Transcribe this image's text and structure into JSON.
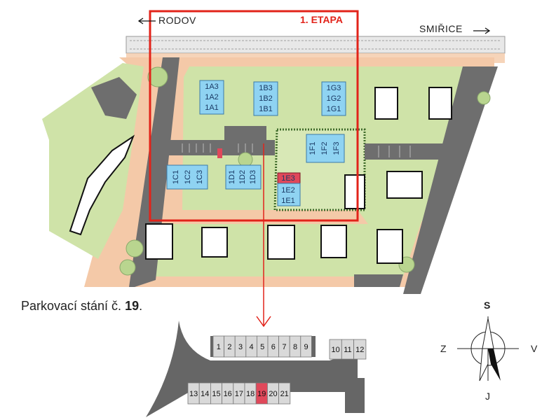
{
  "road_labels": {
    "west": "RODOV",
    "east": "SMIŘICE"
  },
  "etapa_label": "1. ETAPA",
  "buildings_highlighted": {
    "group_a": [
      "1A3",
      "1A2",
      "1A1"
    ],
    "group_b": [
      "1B3",
      "1B2",
      "1B1"
    ],
    "group_g": [
      "1G3",
      "1G2",
      "1G1"
    ],
    "group_f": [
      "1F1",
      "1F2",
      "1F3"
    ],
    "group_c": [
      "1C1",
      "1C2",
      "1C3"
    ],
    "group_d": [
      "1D1",
      "1D2",
      "1D3"
    ],
    "group_e": [
      "1E3",
      "1E2",
      "1E1"
    ],
    "selected_unit": "1E3"
  },
  "parking_caption": {
    "prefix": "Parkovací stání č. ",
    "number": "19",
    "suffix": "."
  },
  "parking_spots": {
    "top_row": [
      "1",
      "2",
      "3",
      "4",
      "5",
      "6",
      "7",
      "8",
      "9"
    ],
    "top_row_right": [
      "10",
      "11",
      "12"
    ],
    "bottom_row": [
      "13",
      "14",
      "15",
      "16",
      "17",
      "18",
      "19",
      "20",
      "21"
    ],
    "selected": "19"
  },
  "compass": {
    "north": "S",
    "south": "J",
    "west": "Z",
    "east": "V"
  },
  "colors": {
    "etapa_frame": "#e2231a",
    "building_fill": "#8fd3f2",
    "selected_fill": "#e0485a",
    "grass": "#cfe3a8",
    "path": "#f4c9a8",
    "road": "#6e6e6e"
  }
}
